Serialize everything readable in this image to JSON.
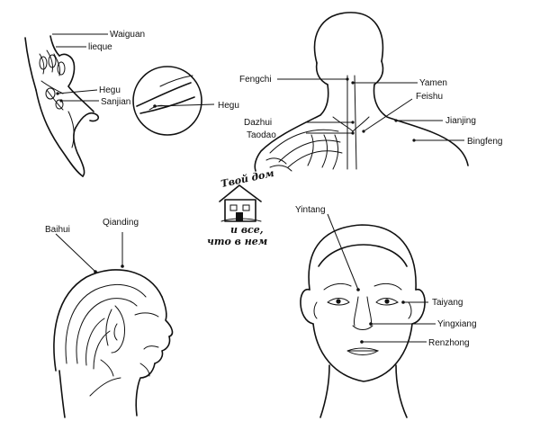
{
  "hand_panel": {
    "labels": {
      "waiguan": "Waiguan",
      "lieque": "lieque",
      "hegu": "Hegu",
      "sanjian": "Sanjian"
    },
    "inset_label": "Hegu"
  },
  "back_panel": {
    "labels": {
      "fengchi": "Fengchi",
      "yamen": "Yamen",
      "feishu": "Feishu",
      "dazhui": "Dazhui",
      "jianjing": "Jianjing",
      "taodao": "Taodao",
      "bingfeng": "Bingfeng"
    }
  },
  "side_head_panel": {
    "labels": {
      "baihui": "Baihui",
      "qianding": "Qianding"
    }
  },
  "face_panel": {
    "labels": {
      "yintang": "Yintang",
      "taiyang": "Taiyang",
      "yingxiang": "Yingxiang",
      "renzhong": "Renzhong"
    }
  },
  "watermark": {
    "line1": "Твой дом",
    "line2": "и все,",
    "line3": "что в нем"
  }
}
